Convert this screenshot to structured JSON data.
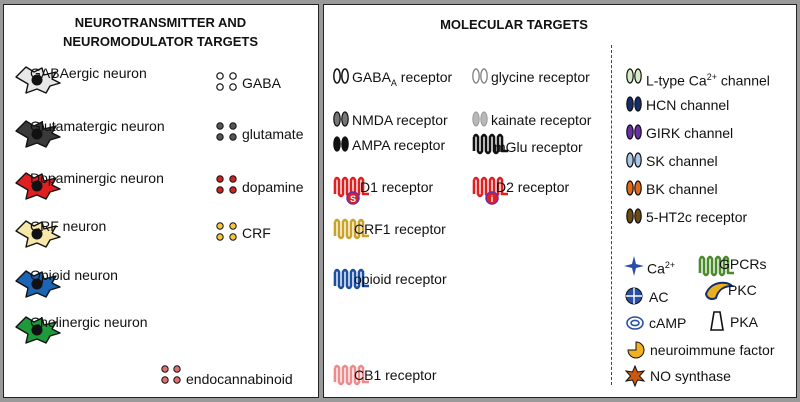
{
  "left_panel": {
    "title_line1": "NEUROTRANSMITTER AND",
    "title_line2": "NEUROMODULATOR TARGETS",
    "neurons": [
      {
        "label": "GABAergic neuron",
        "color": "#e8e8e8"
      },
      {
        "label": "Glutamatergic neuron",
        "color": "#3a3a3a"
      },
      {
        "label": "Dopaminergic neuron",
        "color": "#e02020"
      },
      {
        "label": "CRF neuron",
        "color": "#f7e7a8"
      },
      {
        "label": "Opioid neuron",
        "color": "#1c64b4"
      },
      {
        "label": "Cholinergic neuron",
        "color": "#1e9a3c"
      }
    ],
    "transmitters": [
      {
        "label": "GABA",
        "color": "#ffffff"
      },
      {
        "label": "glutamate",
        "color": "#555555"
      },
      {
        "label": "dopamine",
        "color": "#d42020"
      },
      {
        "label": "CRF",
        "color": "#f5c542"
      }
    ],
    "endocannabinoid": {
      "label": "endocannabinoid",
      "color": "#e07070"
    }
  },
  "right_panel": {
    "title": "MOLECULAR TARGETS",
    "receptors": {
      "gabaa_base": "GABA",
      "gabaa_sub": "A",
      "gabaa_rest": " receptor",
      "glycine": "glycine receptor",
      "nmda": "NMDA receptor",
      "kainate": "kainate receptor",
      "ampa": "AMPA receptor",
      "mglu": "mGlu receptor",
      "d1": "D1 receptor",
      "d2": "D2 receptor",
      "crf1": "CRF1 receptor",
      "opioid": "opioid receptor",
      "cb1": "CB1 receptor"
    },
    "channels": {
      "ltype_base": "L-type Ca",
      "ltype_sup": "2+",
      "ltype_rest": " channel",
      "hcn": "HCN channel",
      "girk": "GIRK channel",
      "sk": "SK channel",
      "bk": "BK channel",
      "ht2c": "5-HT2c receptor"
    },
    "legend": {
      "ca_base": "Ca",
      "ca_sup": "2+",
      "gpcrs": "GPCRs",
      "ac": "AC",
      "pkc": "PKC",
      "camp": "cAMP",
      "pka": "PKA",
      "neuroimmune": "neuroimmune factor",
      "nos": "NO synthase"
    },
    "colors": {
      "d1": "#e02020",
      "crf1": "#c9a227",
      "opioid": "#1c4fa0",
      "cb1": "#f08a8a",
      "ltype": "#d5ecc4",
      "hcn": "#142e6b",
      "girk": "#6a2fa8",
      "sk": "#a8c8ea",
      "bk": "#e06a18",
      "ht2c": "#6b4a14",
      "ca": "#2a4fa8",
      "gpcrs": "#4a8a2a",
      "ac": "#2a4fa8",
      "pkc": "#e8b020",
      "neuroimmune": "#f0b020",
      "nos": "#c85a10"
    }
  }
}
